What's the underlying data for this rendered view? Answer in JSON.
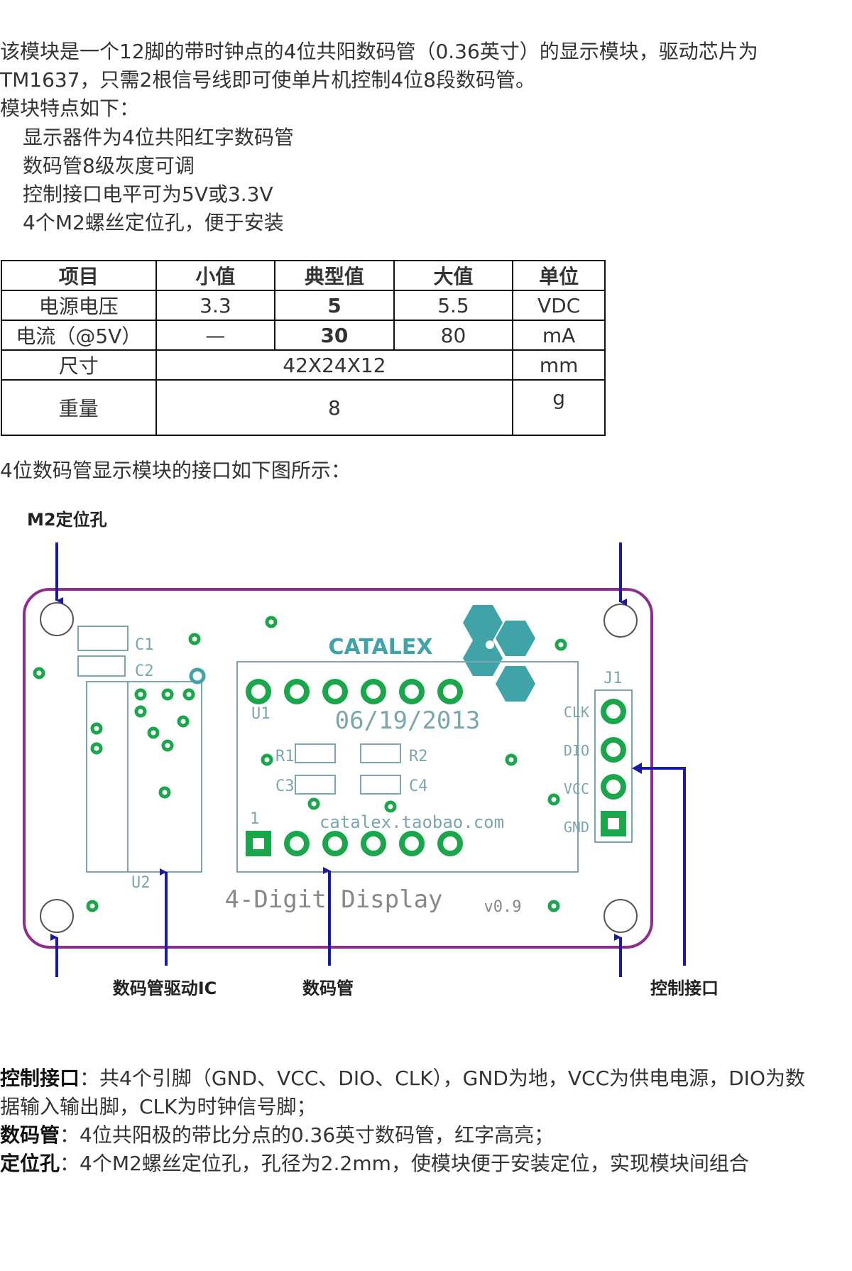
{
  "intro": {
    "line1": "该模块是一个12脚的带时钟点的4位共阳数码管（0.36英寸）的显示模块，驱动芯片为",
    "line2": "TM1637，只需2根信号线即可使单片机控制4位8段数码管。",
    "features_title": "模块特点如下：",
    "features": [
      "显示器件为4位共阳红字数码管",
      "数码管8级灰度可调",
      "控制接口电平可为5V或3.3V",
      "4个M2螺丝定位孔，便于安装"
    ]
  },
  "table": {
    "headers": [
      "项目",
      "小值",
      "典型值",
      "大值",
      "单位"
    ],
    "rows": [
      {
        "item": "电源电压",
        "min": "3.3",
        "typ": "5",
        "max": "5.5",
        "unit": "VDC"
      },
      {
        "item": "电流（@5V）",
        "min": "—",
        "typ": "30",
        "max": "80",
        "unit": "mA"
      },
      {
        "item": "尺寸",
        "merged": "42X24X12",
        "unit": "mm"
      },
      {
        "item": "重量",
        "merged": "8",
        "unit": "g"
      }
    ]
  },
  "diagram_caption": "4位数码管显示模块的接口如下图所示：",
  "diagram": {
    "label_hole": "M2定位孔",
    "label_ic": "数码管驱动IC",
    "label_digit": "数码管",
    "label_interface": "控制接口",
    "pcb_logo": "CATALEX",
    "pcb_date": "06/19/2013",
    "pcb_url": "catalex.taobao.com",
    "pcb_title": "4-Digit Display",
    "pcb_version": "v0.9",
    "pins": [
      "CLK",
      "DIO",
      "VCC",
      "GND"
    ],
    "silk_j1": "J1",
    "silk_u1": "U1",
    "silk_u2": "U2",
    "silk_c1": "C1",
    "silk_c2": "C2",
    "silk_c3": "C3",
    "silk_c4": "C4",
    "silk_r1": "R1",
    "silk_r2": "R2",
    "silk_1": "1",
    "pcb_color": "#8e2d8e",
    "pad_color": "#1aa64a",
    "silk_color": "#7aa7ad",
    "arrow_color": "#1a1aa6"
  },
  "notes": [
    {
      "term": "控制接口",
      "text": "：共4个引脚（GND、VCC、DIO、CLK），GND为地，VCC为供电电源，DIO为数"
    },
    {
      "term": "",
      "text": "据输入输出脚，CLK为时钟信号脚；"
    },
    {
      "term": "数码管",
      "text": "：4位共阳极的带比分点的0.36英寸数码管，红字高亮；"
    },
    {
      "term": "定位孔",
      "text": "：4个M2螺丝定位孔，孔径为2.2mm，使模块便于安装定位，实现模块间组合"
    }
  ]
}
